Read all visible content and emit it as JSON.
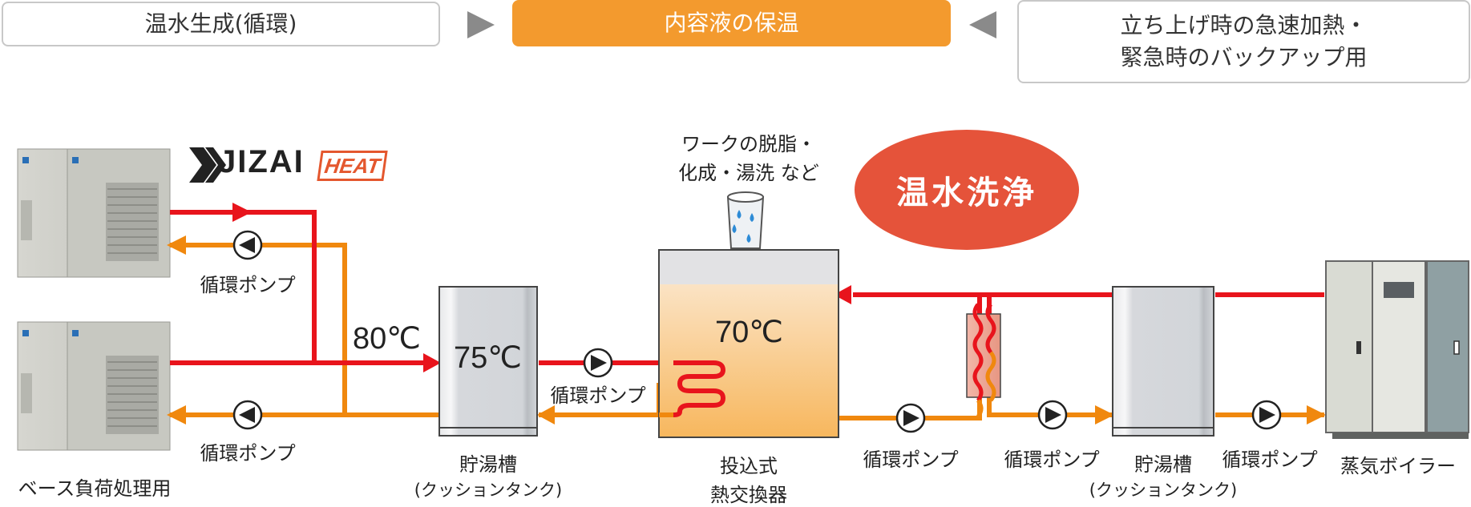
{
  "header": {
    "left_box": "温水生成(循環)",
    "center_box": "内容液の保温",
    "right_box_line1": "立ち上げ時の急速加熱・",
    "right_box_line2": "緊急時のバックアップ用"
  },
  "logo": {
    "text": "JIZAI",
    "badge": "HEAT"
  },
  "labels": {
    "pump_top": "循環ポンプ",
    "pump_bottom": "循環ポンプ",
    "pump_mid": "循環ポンプ",
    "pump_r1": "循環ポンプ",
    "pump_r2": "循環ポンプ",
    "pump_r3": "循環ポンプ",
    "base_load": "ベース負荷処理用",
    "tank_left_line1": "貯湯槽",
    "tank_left_line2": "(クッションタンク)",
    "hx_line1": "投込式",
    "hx_line2": "熱交換器",
    "tank_right_line1": "貯湯槽",
    "tank_right_line2": "(クッションタンク)",
    "boiler": "蒸気ボイラー",
    "work_line1": "ワークの脱脂・",
    "work_line2": "化成・湯洗 など",
    "oval": "温水洗浄"
  },
  "temps": {
    "supply": "80℃",
    "tank": "75℃",
    "bath": "70℃"
  },
  "colors": {
    "hot_line": "#e8141c",
    "return_line": "#f0880e",
    "header_orange": "#f39a2e",
    "oval_red": "#e5533a",
    "bath_fill": "#f8c77a",
    "tank_grey": "#d2d5d9"
  },
  "icons": [
    "play-arrow-icon",
    "pump-icon",
    "water-drop-icon",
    "heat-exchanger-icon"
  ]
}
